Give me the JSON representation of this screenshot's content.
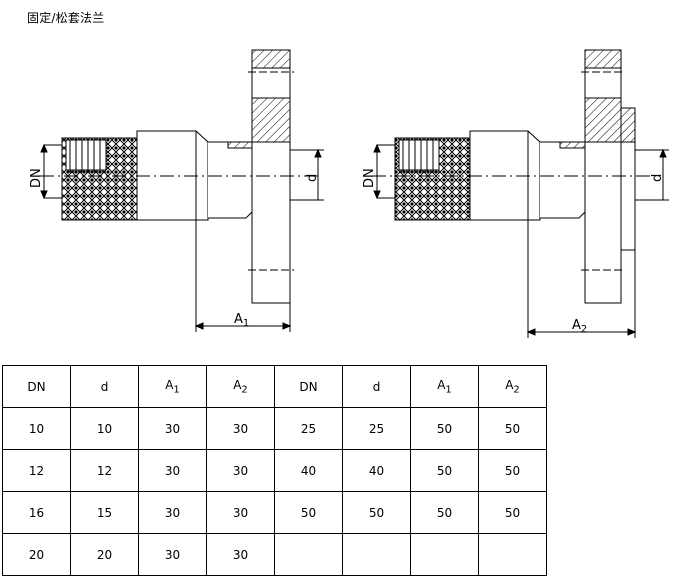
{
  "title": "固定/松套法兰",
  "drawing": {
    "left_labels": {
      "dn": "DN",
      "d": "d",
      "a": "A",
      "a_sub": "1"
    },
    "right_labels": {
      "dn": "DN",
      "d": "d",
      "a": "A",
      "a_sub": "2"
    }
  },
  "table": {
    "header": [
      {
        "main": "DN",
        "sub": ""
      },
      {
        "main": "d",
        "sub": ""
      },
      {
        "main": "A",
        "sub": "1"
      },
      {
        "main": "A",
        "sub": "2"
      },
      {
        "main": "DN",
        "sub": ""
      },
      {
        "main": "d",
        "sub": ""
      },
      {
        "main": "A",
        "sub": "1"
      },
      {
        "main": "A",
        "sub": "2"
      }
    ],
    "rows": [
      [
        "10",
        "10",
        "30",
        "30",
        "25",
        "25",
        "50",
        "50"
      ],
      [
        "12",
        "12",
        "30",
        "30",
        "40",
        "40",
        "50",
        "50"
      ],
      [
        "16",
        "15",
        "30",
        "30",
        "50",
        "50",
        "50",
        "50"
      ],
      [
        "20",
        "20",
        "30",
        "30",
        "",
        "",
        "",
        ""
      ]
    ]
  }
}
